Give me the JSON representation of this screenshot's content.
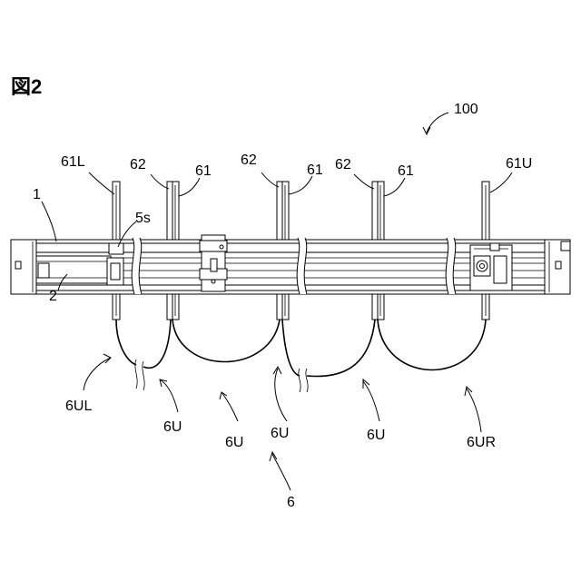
{
  "figure_label": "図2",
  "labels": {
    "assembly": "100",
    "rail": "1",
    "runner": "2",
    "stopper": "5s",
    "curtain": "6",
    "bracket_left": "61L",
    "bracket_right": "61U",
    "bracket_61": "61",
    "bracket_62": "62",
    "loop_left": "6UL",
    "loop_right": "6UR",
    "loop": "6U"
  }
}
